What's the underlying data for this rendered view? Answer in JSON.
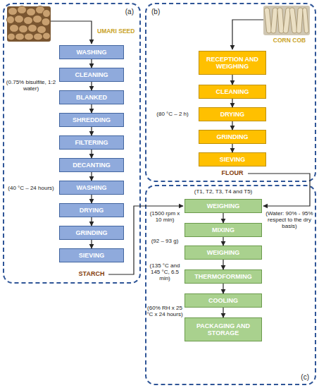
{
  "diagram": {
    "nodes": [
      {
        "text": [
          "(a)"
        ]
      },
      {
        "text": [
          "WASHING"
        ],
        "in": 0
      },
      {
        "text": [
          "CLEANING"
        ],
        "in": 0
      },
      {
        "text": [
          "BLANKED"
        ],
        "in": 0
      },
      {
        "text": [
          "SHREDDING"
        ],
        "in": 0
      },
      {
        "text": [
          "FILTERING"
        ],
        "in": 0
      },
      {
        "text": [
          "DECANTING"
        ],
        "in": 0
      },
      {
        "text": [
          "WASHING"
        ],
        "in": 0
      },
      {
        "text": [
          "DRYING"
        ],
        "in": 0
      },
      {
        "text": [
          "GRINDING"
        ],
        "in": 0
      },
      {
        "text": [
          "SIEVING"
        ],
        "in": 0
      },
      {
        "text": [
          "(b)"
        ]
      },
      {
        "text": [
          "RECEPTION AND WEIGHING"
        ],
        "in": 11
      },
      {
        "text": [
          "CLEANING"
        ],
        "in": 11
      },
      {
        "text": [
          "DRYING"
        ],
        "in": 11
      },
      {
        "text": [
          "GRINDING"
        ],
        "in": 11
      },
      {
        "text": [
          "SIEVING"
        ],
        "in": 11
      },
      {
        "text": [
          "(c)"
        ]
      },
      {
        "text": [
          "WEIGHING"
        ],
        "in": 17
      },
      {
        "text": [
          "MIXING"
        ],
        "in": 17
      },
      {
        "text": [
          "WEIGHING"
        ],
        "in": 17
      },
      {
        "text": [
          "THERMOFORMING"
        ],
        "in": 17
      },
      {
        "text": [
          "COOLING"
        ],
        "in": 17
      },
      {
        "text": [
          "PACKAGING AND STORAGE"
        ],
        "in": 17
      }
    ],
    "edges": [
      {
        "from": 1,
        "to": 2,
        "arrow": "to"
      },
      {
        "from": 2,
        "to": 3,
        "arrow": "to"
      },
      {
        "from": 3,
        "to": 4,
        "arrow": "to"
      },
      {
        "from": 4,
        "to": 5,
        "arrow": "to"
      },
      {
        "from": 5,
        "to": 6,
        "arrow": "to"
      },
      {
        "from": 6,
        "to": 7,
        "arrow": "to"
      },
      {
        "from": 7,
        "to": 8,
        "arrow": "to"
      },
      {
        "from": 8,
        "to": 9,
        "arrow": "to"
      },
      {
        "from": 9,
        "to": 10,
        "arrow": "to"
      },
      {
        "from": 12,
        "to": 13,
        "arrow": "to"
      },
      {
        "from": 13,
        "to": 14,
        "arrow": "to"
      },
      {
        "from": 14,
        "to": 15,
        "arrow": "to"
      },
      {
        "from": 15,
        "to": 16,
        "arrow": "to"
      },
      {
        "from": 18,
        "to": 19,
        "arrow": "to"
      },
      {
        "from": 19,
        "to": 20,
        "arrow": "to"
      },
      {
        "from": 20,
        "to": 21,
        "arrow": "to"
      },
      {
        "from": 21,
        "to": 22,
        "arrow": "to"
      },
      {
        "from": 22,
        "to": 23,
        "arrow": "to"
      }
    ],
    "labels": [
      "UMARI SEED",
      "(0.75% bisulfite, 1:2 water)",
      "(40 °C – 24 hours)",
      "STARCH",
      "CORN COB",
      "(80 °C – 2 h)",
      "FLOUR",
      "(T1, T2, T3, T4 and T5)",
      "(1500 rpm x 10 min)",
      "(92 – 93 g)",
      "(135 °C and 145 °C, 6.5 min)",
      "(60% RH x 25 °C x 24 hours)",
      "(Water: 90% - 95% respect to the dry basis)"
    ]
  }
}
